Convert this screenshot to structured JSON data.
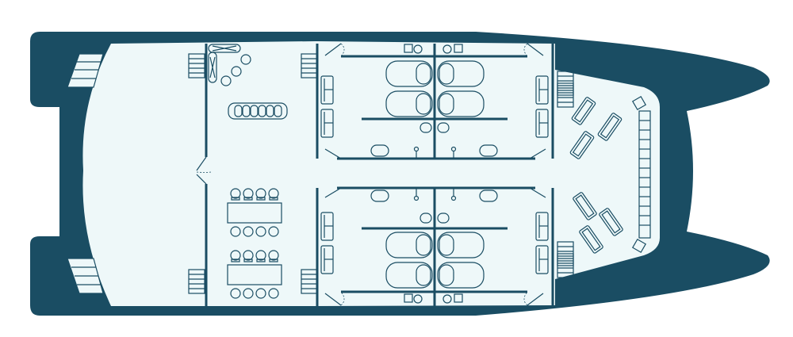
{
  "diagram": {
    "type": "deck-plan",
    "colors": {
      "hull": "#1a4d63",
      "deck": "#eef8f9",
      "background": "#ffffff"
    },
    "cabins": 4,
    "dining_tables": 2
  }
}
